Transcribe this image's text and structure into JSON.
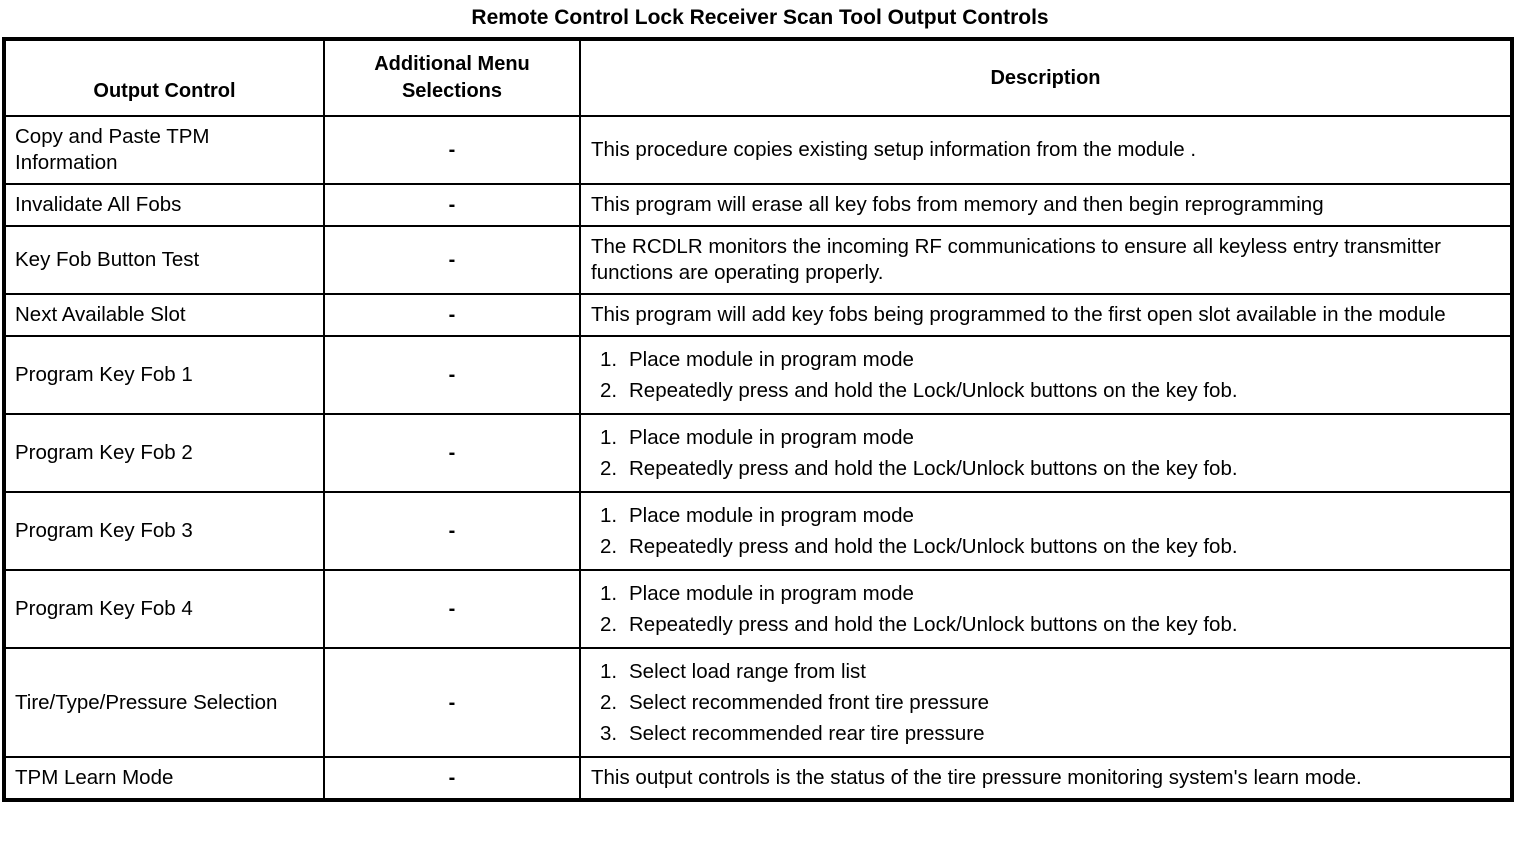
{
  "document": {
    "title": "Remote Control Lock Receiver Scan Tool Output Controls"
  },
  "table": {
    "headers": {
      "output_control": "Output Control",
      "additional_menu_selections": "Additional Menu Selections",
      "additional_menu_line1": "Additional Menu",
      "additional_menu_line2": "Selections",
      "description": "Description"
    },
    "rows": [
      {
        "output_control": "Copy and Paste TPM Information",
        "additional_menu": "-",
        "description_type": "paragraph",
        "description": "This procedure copies existing setup information from the module ."
      },
      {
        "output_control": "Invalidate All Fobs",
        "additional_menu": "-",
        "description_type": "paragraph",
        "description": "This program will erase all key fobs from memory and then begin reprogramming"
      },
      {
        "output_control": "Key Fob Button Test",
        "additional_menu": "-",
        "description_type": "paragraph",
        "description": "The RCDLR monitors the incoming RF communications to ensure all keyless entry transmitter functions are operating properly."
      },
      {
        "output_control": "Next Available Slot",
        "additional_menu": "-",
        "description_type": "paragraph",
        "description": "This program will add key fobs being programmed to the first open slot available in the module"
      },
      {
        "output_control": "Program Key Fob 1",
        "additional_menu": "-",
        "description_type": "steps",
        "steps": [
          "Place module in program mode",
          "Repeatedly press and hold the Lock/Unlock buttons on the key fob."
        ]
      },
      {
        "output_control": "Program Key Fob 2",
        "additional_menu": "-",
        "description_type": "steps",
        "steps": [
          "Place module in program mode",
          "Repeatedly press and hold the Lock/Unlock buttons on the key fob."
        ]
      },
      {
        "output_control": "Program Key Fob 3",
        "additional_menu": "-",
        "description_type": "steps",
        "steps": [
          "Place module in program mode",
          "Repeatedly press and hold the Lock/Unlock buttons on the key fob."
        ]
      },
      {
        "output_control": "Program Key Fob 4",
        "additional_menu": "-",
        "description_type": "steps",
        "steps": [
          "Place module in program mode",
          "Repeatedly press and hold the Lock/Unlock buttons on the key fob."
        ]
      },
      {
        "output_control": "Tire/Type/Pressure Selection",
        "additional_menu": "-",
        "description_type": "steps",
        "steps": [
          "Select load range from list",
          "Select recommended front tire pressure",
          "Select recommended rear tire pressure"
        ]
      },
      {
        "output_control": "TPM Learn Mode",
        "additional_menu": "-",
        "description_type": "paragraph",
        "description": "This output controls is the status of the tire pressure monitoring system's learn mode."
      }
    ]
  },
  "colors": {
    "text": "#000000",
    "background": "#ffffff",
    "border": "#000000"
  }
}
